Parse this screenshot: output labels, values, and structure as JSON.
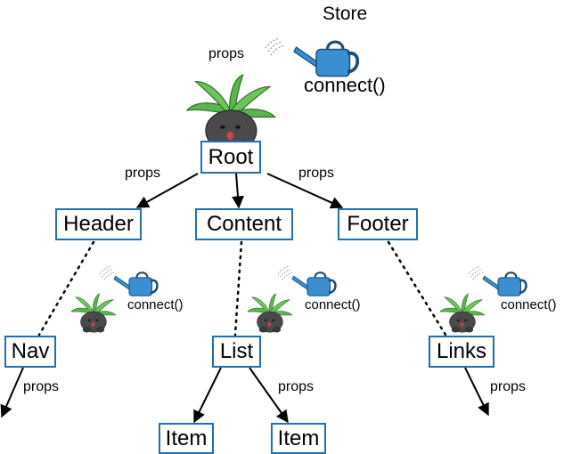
{
  "store": {
    "title": "Store",
    "connect_label": "connect()",
    "props_label": "props"
  },
  "nodes": {
    "root": "Root",
    "header": "Header",
    "content": "Content",
    "footer": "Footer",
    "nav": "Nav",
    "list": "List",
    "links": "Links",
    "item_1": "Item",
    "item_2": "Item"
  },
  "edge_labels": {
    "root_to_header": "props",
    "root_to_footer": "props",
    "nav_out": "props",
    "list_to_item": "props",
    "links_out": "props"
  },
  "connectors": {
    "header_nav": "connect()",
    "content_list": "connect()",
    "footer_links": "connect()"
  },
  "colors": {
    "node_border": "#1f6fb6",
    "watering_can": "#3b8fd0",
    "leaf_green": "#59b64a",
    "character_body": "#4a4a4a"
  },
  "icons": [
    "watering-can-icon",
    "oddish-character-icon"
  ]
}
